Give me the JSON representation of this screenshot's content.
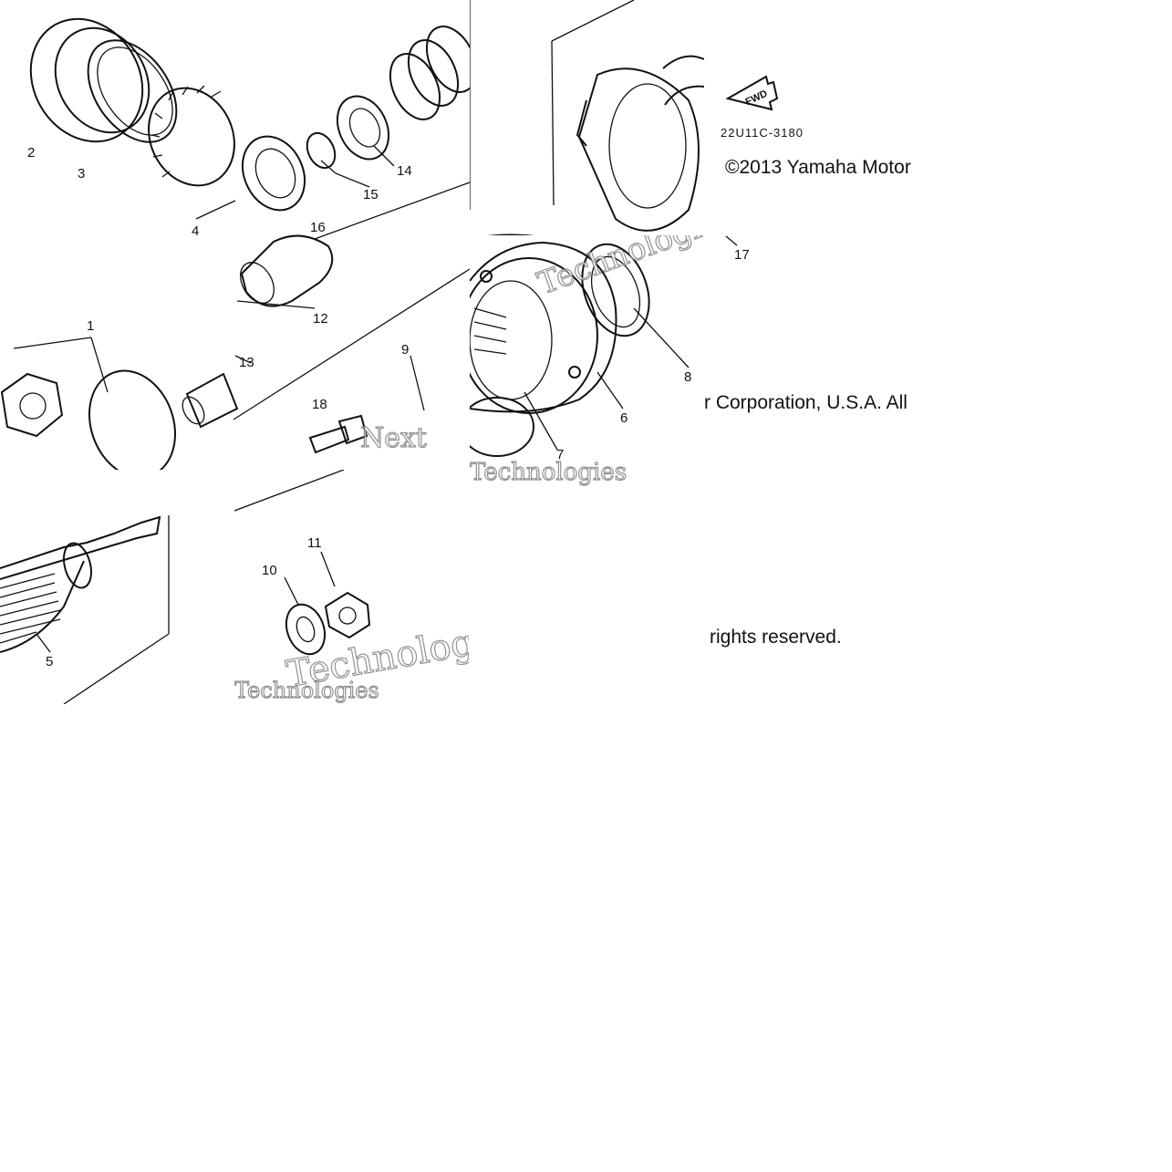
{
  "diagram": {
    "part_numbers": [
      "1",
      "2",
      "3",
      "4",
      "5",
      "6",
      "7",
      "8",
      "9",
      "10",
      "11",
      "12",
      "13",
      "14",
      "15",
      "16",
      "17",
      "18"
    ],
    "drawing_code": "22U11C-3180",
    "fwd_label": "FWD",
    "watermark_text": [
      "Next",
      "Technologies"
    ]
  },
  "copyright": {
    "line1": "©2013 Yamaha Motor",
    "line2": "r Corporation, U.S.A. All",
    "line3": "rights reserved."
  }
}
